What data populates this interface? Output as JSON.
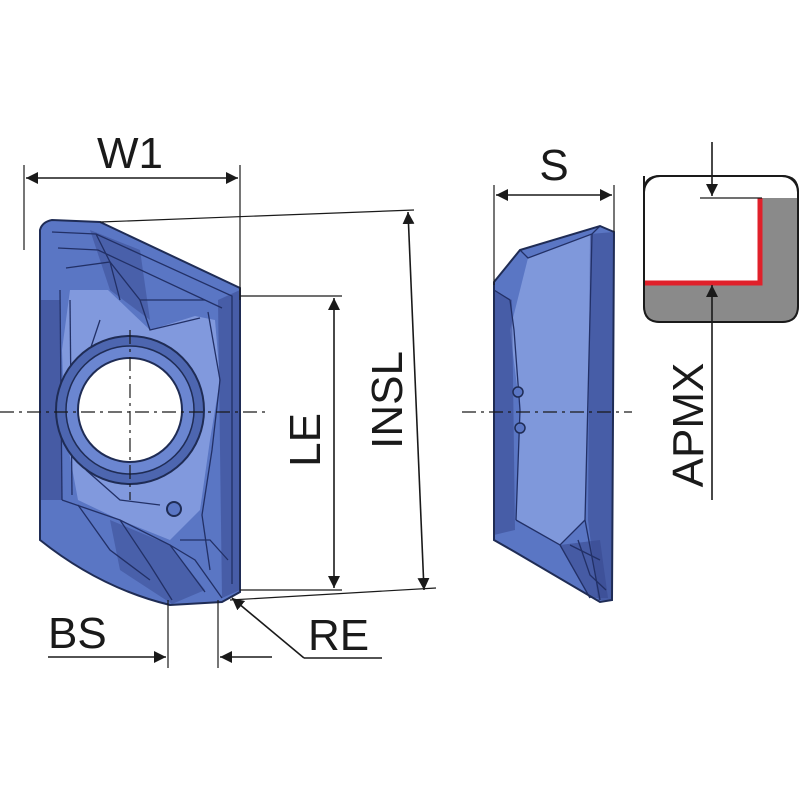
{
  "labels": {
    "w1": "W1",
    "s": "S",
    "le": "LE",
    "insl": "INSL",
    "apmx": "APMX",
    "bs": "BS",
    "re": "RE"
  },
  "colors": {
    "insert_body": "#5a76c4",
    "insert_highlight": "#8fa6e6",
    "insert_shadow": "#38498f",
    "edge_red": "#e0202a",
    "detail_gray": "#8a8a8a"
  }
}
